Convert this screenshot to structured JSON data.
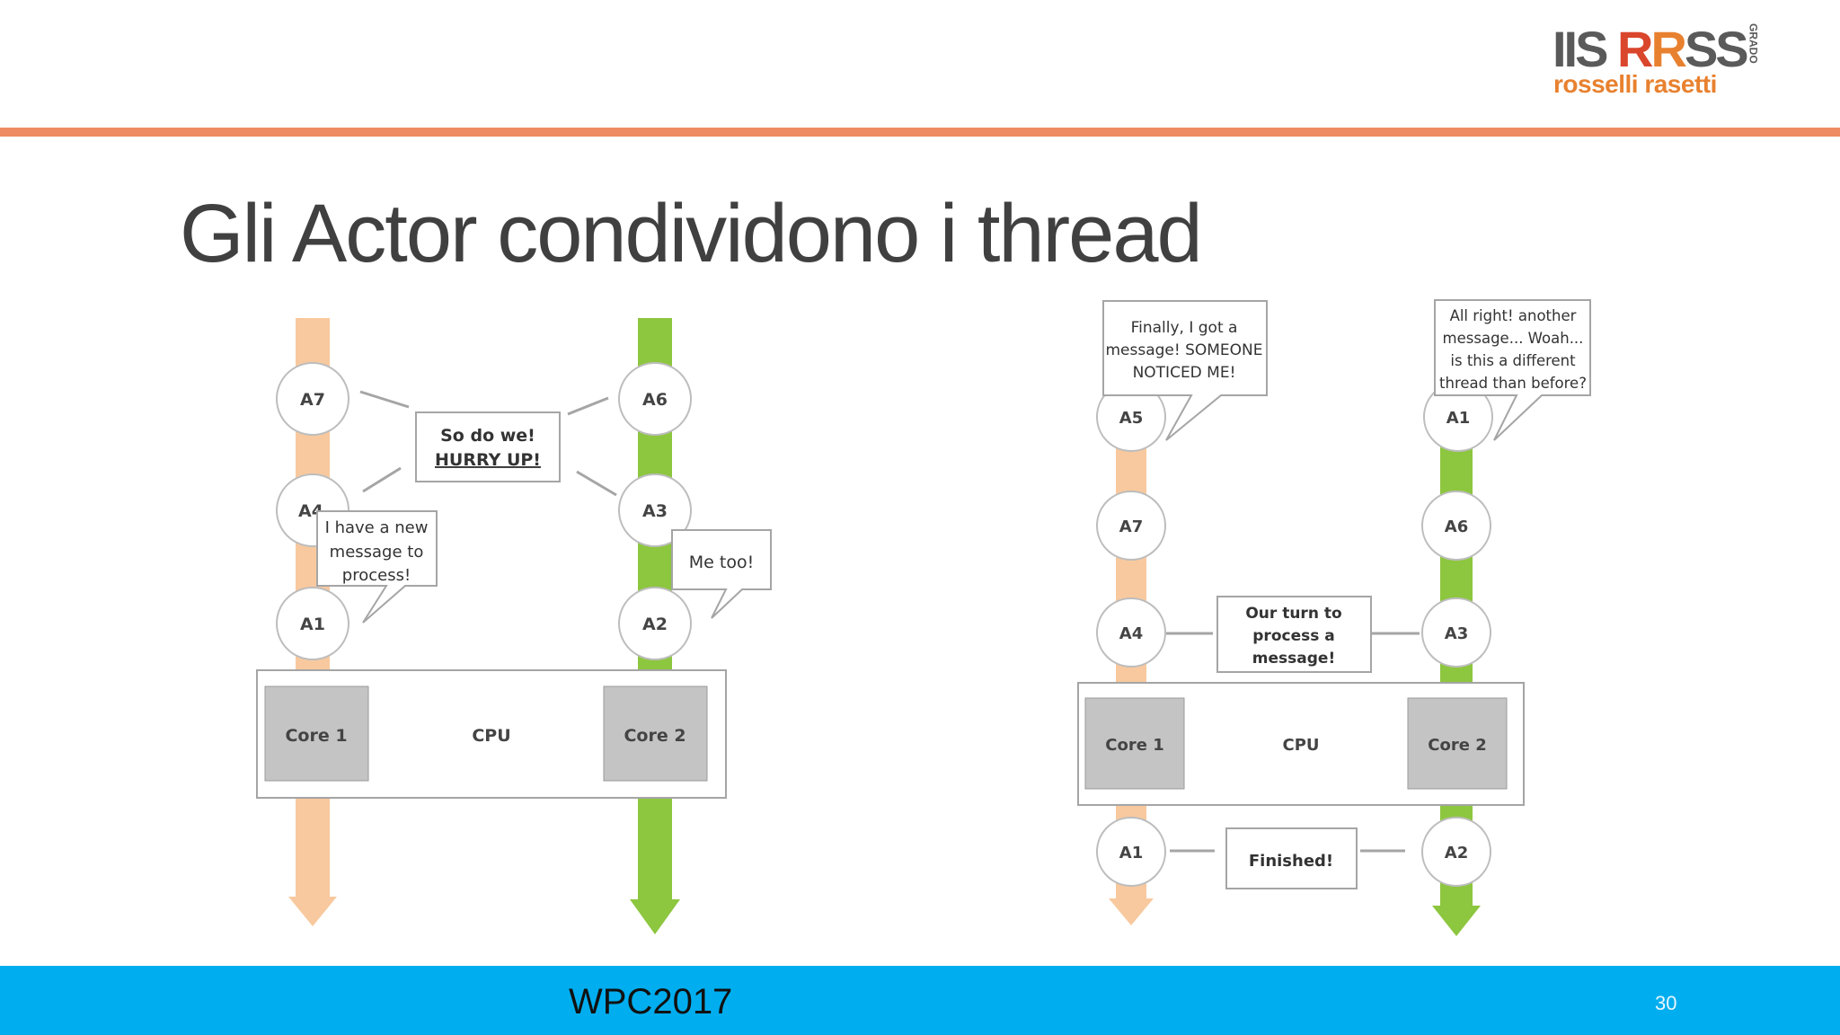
{
  "slide": {
    "title": "Gli Actor condividono i thread",
    "footer": "WPC2017",
    "page_number": "30"
  },
  "logo": {
    "acronym": "IIS RRSS",
    "grado": "GRADO",
    "name": "rosselli rasetti"
  },
  "colors": {
    "accent_rule": "#ee8b62",
    "footer_bar": "#00aeef",
    "thread_1": "#f8c99e",
    "thread_2": "#8dc63f",
    "core_fill": "#c4c4c4"
  },
  "diagram_left": {
    "thread1_actors": [
      "A7",
      "A4",
      "A1"
    ],
    "thread2_actors": [
      "A6",
      "A3",
      "A2"
    ],
    "bubble_center": [
      "So do we!",
      "HURRY UP!"
    ],
    "bubble_a4": [
      "I have a new",
      "message to",
      "process!"
    ],
    "bubble_a2": "Me too!",
    "core1": "Core 1",
    "cpu": "CPU",
    "core2": "Core 2"
  },
  "diagram_right": {
    "thread1_actors": [
      "A5",
      "A7",
      "A4",
      "A1"
    ],
    "thread2_actors": [
      "A1",
      "A6",
      "A3",
      "A2"
    ],
    "bubble_a5": [
      "Finally, I got a",
      "message! SOMEONE",
      "NOTICED ME!"
    ],
    "bubble_a1": [
      "All right! another",
      "message... Woah...",
      "is this a different",
      "thread than before?"
    ],
    "box_turn": [
      "Our turn to",
      "process a",
      "message!"
    ],
    "box_finished": "Finished!",
    "core1": "Core 1",
    "cpu": "CPU",
    "core2": "Core 2"
  }
}
